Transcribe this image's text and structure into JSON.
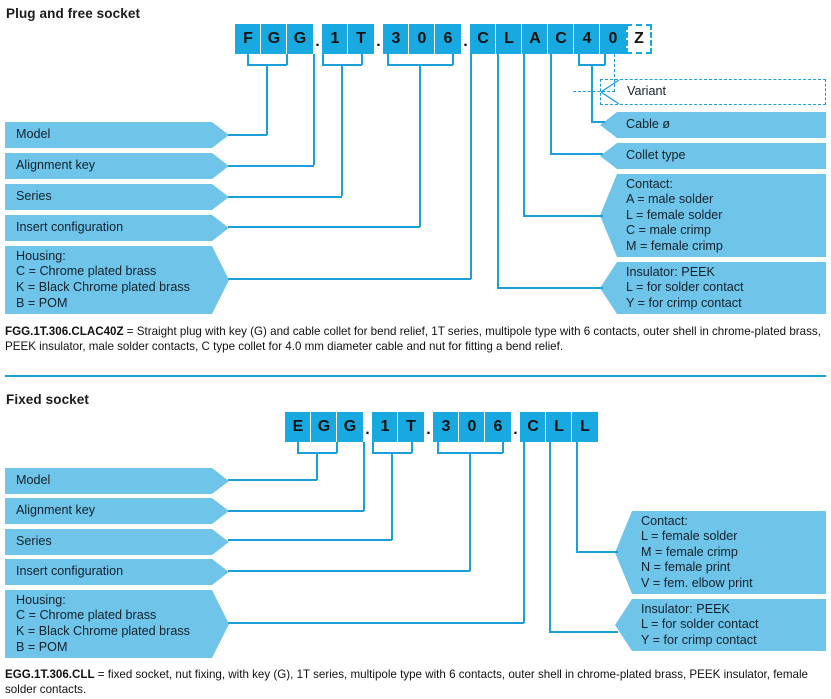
{
  "colors": {
    "code_box": "#18A9E0",
    "plate": "#6FC4E9",
    "line": "#1B9FDA",
    "text": "#14212b"
  },
  "sections": [
    {
      "id": "plug-and-free-socket",
      "title": "Plug and free socket",
      "code": {
        "full": "FGG.1T.306.CLAC40Z",
        "groups": [
          {
            "chars": [
              "F",
              "G",
              "G"
            ]
          },
          {
            "chars": [
              "1",
              "T"
            ]
          },
          {
            "chars": [
              "3",
              "0",
              "6"
            ]
          },
          {
            "chars": [
              "C",
              "L",
              "A",
              "C",
              "4",
              "0"
            ]
          }
        ],
        "variant_char": "Z",
        "separator": "."
      },
      "left_labels": [
        {
          "name": "model",
          "text": "Model"
        },
        {
          "name": "alignment-key",
          "text": "Alignment key"
        },
        {
          "name": "series",
          "text": "Series"
        },
        {
          "name": "insert-configuration",
          "text": "Insert configuration"
        },
        {
          "name": "housing",
          "text": "Housing:\nC = Chrome plated brass\nK = Black Chrome plated brass\nB = POM"
        }
      ],
      "right_labels": [
        {
          "name": "variant",
          "text": "Variant",
          "style": "dashed"
        },
        {
          "name": "cable-diameter",
          "text": "Cable ø",
          "style": "solid"
        },
        {
          "name": "collet-type",
          "text": "Collet type",
          "style": "solid"
        },
        {
          "name": "contact",
          "text": "Contact:\nA = male solder\nL  = female solder\nC = male crimp\nM = female crimp",
          "style": "solid"
        },
        {
          "name": "insulator",
          "text": "Insulator: PEEK\nL = for solder contact\nY = for crimp contact",
          "style": "solid"
        }
      ],
      "caption_code": "FGG.1T.306.CLAC40Z",
      "caption_text": " = Straight plug with key (G) and cable collet for bend relief, 1T series, multipole type with 6 contacts, outer shell in chrome-plated brass, PEEK insulator, male solder contacts, C type collet for 4.0 mm diameter cable and nut for fitting a bend relief."
    },
    {
      "id": "fixed-socket",
      "title": "Fixed socket",
      "code": {
        "full": "EGG.1T.306.CLL",
        "groups": [
          {
            "chars": [
              "E",
              "G",
              "G"
            ]
          },
          {
            "chars": [
              "1",
              "T"
            ]
          },
          {
            "chars": [
              "3",
              "0",
              "6"
            ]
          },
          {
            "chars": [
              "C",
              "L",
              "L"
            ]
          }
        ],
        "variant_char": null,
        "separator": "."
      },
      "left_labels": [
        {
          "name": "model",
          "text": "Model"
        },
        {
          "name": "alignment-key",
          "text": "Alignment key"
        },
        {
          "name": "series",
          "text": "Series"
        },
        {
          "name": "insert-configuration",
          "text": "Insert configuration"
        },
        {
          "name": "housing",
          "text": "Housing:\nC = Chrome plated brass\nK = Black Chrome plated brass\nB = POM"
        }
      ],
      "right_labels": [
        {
          "name": "contact",
          "text": "Contact:\nL  = female solder\nM = female crimp\nN = female print\nV = fem. elbow print",
          "style": "solid"
        },
        {
          "name": "insulator",
          "text": "Insulator: PEEK\nL = for solder contact\nY = for crimp contact",
          "style": "solid"
        }
      ],
      "caption_code": "EGG.1T.306.CLL",
      "caption_text": " = fixed socket, nut fixing, with key (G), 1T series, multipole type with 6 contacts, outer shell in chrome-plated brass, PEEK insulator, female solder contacts."
    }
  ]
}
